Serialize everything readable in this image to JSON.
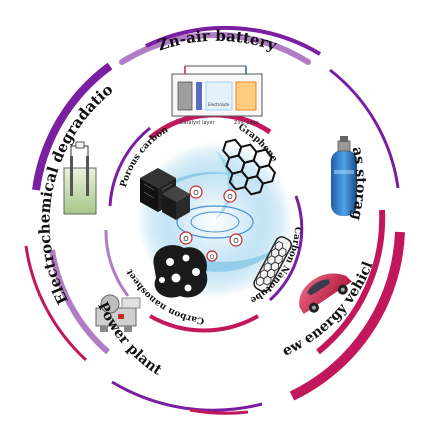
{
  "diagram": {
    "center_symbol": "O",
    "outer_labels": {
      "top": "Zn-air battery",
      "right": "Gas storage",
      "bottom_right": "New energy vehicles",
      "bottom_left": "Power plant",
      "left": "Electrochemical degradation"
    },
    "inner_labels": {
      "top_left": "Porous carbon",
      "top_right": "Graphene",
      "right": "Carbon Nanotube",
      "bottom": "Carbon nanosheet"
    },
    "battery_labels": {
      "catalyst": "Catalyst layer",
      "zinc": "Zinc plate",
      "electrolyte": "Electrolyte"
    },
    "colors": {
      "magenta": "#c2185b",
      "purple": "#7b1fa2",
      "light_purple": "#b07cc6",
      "water": "#5fb6e0"
    }
  }
}
